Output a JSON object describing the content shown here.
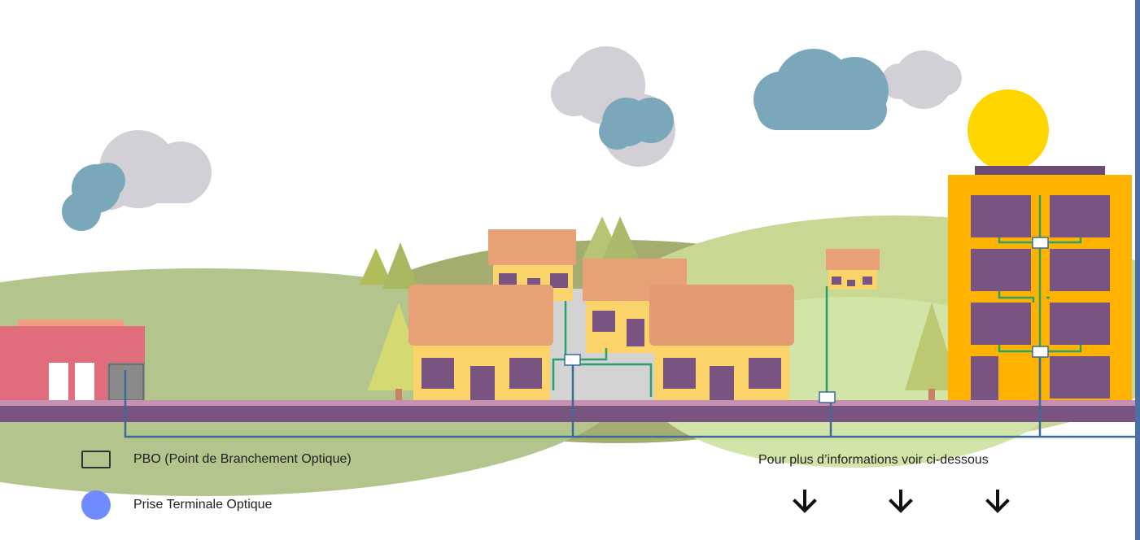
{
  "legend": {
    "pbo_label": "PBO (Point de Branchement Optique)",
    "pto_label": "Prise Terminale Optique"
  },
  "info": {
    "more_info_text": "Pour plus d’informations voir ci-dessous",
    "arrow_icon": "arrow-down-icon",
    "arrow_count": 3
  },
  "colors": {
    "fiber_line": "#3d6a99",
    "drop_line": "#2aa06a",
    "road": "#7a5480",
    "pto_dot": "#6e8cff",
    "roof": "#e8a076",
    "house_wall": "#fbd36b",
    "building": "#ffb300",
    "window": "#7a5480",
    "sun": "#ffd500"
  }
}
